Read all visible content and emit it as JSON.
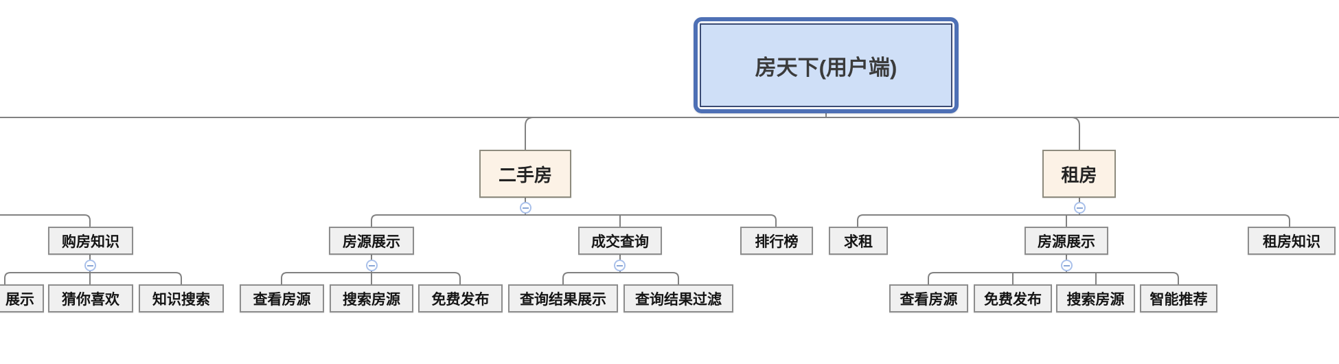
{
  "mindmap": {
    "root": {
      "label": "房天下(用户端)"
    },
    "offscreen_left_subtree": {
      "node": {
        "label": "购房知识"
      },
      "children": [
        {
          "label": "展示"
        },
        {
          "label": "猜你喜欢"
        },
        {
          "label": "知识搜索"
        }
      ]
    },
    "branches": [
      {
        "label": "二手房",
        "children": [
          {
            "label": "房源展示",
            "children": [
              {
                "label": "查看房源"
              },
              {
                "label": "搜索房源"
              },
              {
                "label": "免费发布"
              }
            ]
          },
          {
            "label": "成交查询",
            "children": [
              {
                "label": "查询结果展示"
              },
              {
                "label": "查询结果过滤"
              }
            ]
          },
          {
            "label": "排行榜",
            "children": []
          }
        ]
      },
      {
        "label": "租房",
        "children": [
          {
            "label": "求租",
            "children": []
          },
          {
            "label": "房源展示",
            "children": [
              {
                "label": "查看房源"
              },
              {
                "label": "免费发布"
              },
              {
                "label": "搜索房源"
              },
              {
                "label": "智能推荐"
              }
            ]
          },
          {
            "label": "租房知识",
            "children": []
          }
        ]
      }
    ],
    "collapse_icon": {
      "symbol": "−",
      "meaning": "collapse-branch"
    },
    "colors": {
      "root_fill": "#cfdff7",
      "root_outer_border": "#4e70b5",
      "root_inner_border": "#3a4a73",
      "branch_fill": "#fcf2e6",
      "branch_border": "#8e8b7e",
      "node_fill": "#f0f0f0",
      "node_border": "#8d8d8d",
      "connector_line": "#818181",
      "collapse_ring": "#a9c0ea",
      "collapse_dash": "#8aa6d6"
    }
  }
}
